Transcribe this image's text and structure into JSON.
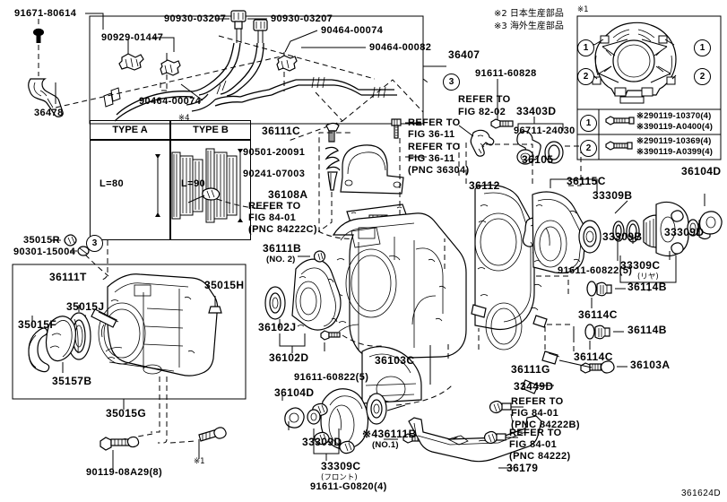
{
  "diagram": {
    "figure_code": "361624D",
    "notes": {
      "note1_marker": "※1",
      "note2": "※2 日本生産部品",
      "note3": "※3 海外生産部品",
      "note4_marker": "※4"
    },
    "type_table": {
      "header_a": "TYPE A",
      "header_b": "TYPE B",
      "value_a": "L=80",
      "value_b": "L=90"
    },
    "bolt_legend": {
      "rows": [
        {
          "marker": "1",
          "line1": "※290119-10370(4)",
          "line2": "※390119-A0400(4)"
        },
        {
          "marker": "2",
          "line1": "※290119-10369(4)",
          "line2": "※390119-A0399(4)"
        }
      ]
    },
    "callouts": [
      {
        "id": "c01",
        "text": "91671-80614"
      },
      {
        "id": "c02",
        "text": "36478"
      },
      {
        "id": "c03",
        "text": "90929-01447"
      },
      {
        "id": "c04",
        "text": "90930-03207"
      },
      {
        "id": "c05",
        "text": "90930-03207"
      },
      {
        "id": "c06",
        "text": "90464-00074"
      },
      {
        "id": "c07",
        "text": "90464-00074"
      },
      {
        "id": "c08",
        "text": "90464-00082"
      },
      {
        "id": "c09",
        "text": "36407"
      },
      {
        "id": "c10",
        "text": "91611-60828"
      },
      {
        "id": "c11",
        "text": "33403D"
      },
      {
        "id": "c12",
        "text": "96711-24030"
      },
      {
        "id": "c13",
        "text": "36105"
      },
      {
        "id": "c14",
        "text": "36115C"
      },
      {
        "id": "c15",
        "text": "36104D"
      },
      {
        "id": "c16",
        "text": "33309B"
      },
      {
        "id": "c17",
        "text": "33309B"
      },
      {
        "id": "c18",
        "text": "33309D"
      },
      {
        "id": "c19",
        "text": "33309C"
      },
      {
        "id": "c20",
        "text": "(リヤ)"
      },
      {
        "id": "c21",
        "text": "36112"
      },
      {
        "id": "c22",
        "text": "36111C"
      },
      {
        "id": "c23",
        "text": "90501-20091"
      },
      {
        "id": "c24",
        "text": "90241-07003"
      },
      {
        "id": "c25",
        "text": "36108A"
      },
      {
        "id": "c26",
        "text": "36111B"
      },
      {
        "id": "c27",
        "text": "(NO. 2)"
      },
      {
        "id": "c28",
        "text": "36102J"
      },
      {
        "id": "c29",
        "text": "36102D"
      },
      {
        "id": "c30",
        "text": "91611-60822(5)"
      },
      {
        "id": "c31",
        "text": "36103C"
      },
      {
        "id": "c32",
        "text": "36111G"
      },
      {
        "id": "c33",
        "text": "33449D"
      },
      {
        "id": "c34",
        "text": "36104D"
      },
      {
        "id": "c35",
        "text": "33309D"
      },
      {
        "id": "c36",
        "text": "33309C"
      },
      {
        "id": "c37",
        "text": "(フロント)"
      },
      {
        "id": "c38",
        "text": "91611-G0820(4)"
      },
      {
        "id": "c39",
        "text": "※436111B"
      },
      {
        "id": "c40",
        "text": "(NO.1)"
      },
      {
        "id": "c41",
        "text": "91611-60822(5)"
      },
      {
        "id": "c42",
        "text": "36114B"
      },
      {
        "id": "c43",
        "text": "36114C"
      },
      {
        "id": "c44",
        "text": "36114B"
      },
      {
        "id": "c45",
        "text": "36114C"
      },
      {
        "id": "c46",
        "text": "36103A"
      },
      {
        "id": "c47",
        "text": "36179"
      },
      {
        "id": "c48",
        "text": "35015R"
      },
      {
        "id": "c49",
        "text": "90301-15004"
      },
      {
        "id": "c50",
        "text": "36111T"
      },
      {
        "id": "c51",
        "text": "35015H"
      },
      {
        "id": "c52",
        "text": "35015J"
      },
      {
        "id": "c53",
        "text": "35015F"
      },
      {
        "id": "c54",
        "text": "35157B"
      },
      {
        "id": "c55",
        "text": "35015G"
      },
      {
        "id": "c56",
        "text": "90119-08A29(8)"
      },
      {
        "id": "c57",
        "text": "※1"
      },
      {
        "id": "c58",
        "text": "※1"
      },
      {
        "id": "c59",
        "text": "36104D"
      }
    ],
    "refer_blocks": [
      {
        "id": "r1",
        "l1": "REFER TO",
        "l2": "FIG 82-02",
        "l3": ""
      },
      {
        "id": "r2",
        "l1": "REFER TO",
        "l2": "FIG 36-11",
        "l3": ""
      },
      {
        "id": "r3",
        "l1": "REFER TO",
        "l2": "FIG 36-11",
        "l3": "(PNC 36304)"
      },
      {
        "id": "r4",
        "l1": "REFER TO",
        "l2": "FIG 84-01",
        "l3": "(PNC 84222C)"
      },
      {
        "id": "r5",
        "l1": "REFER TO",
        "l2": "FIG 84-01",
        "l3": "(PNC 84222B)"
      },
      {
        "id": "r6",
        "l1": "REFER TO",
        "l2": "FIG 84-01",
        "l3": "(PNC 84222)"
      }
    ],
    "markers": [
      {
        "id": "m1",
        "text": "3"
      },
      {
        "id": "m2",
        "text": "3"
      },
      {
        "id": "m3",
        "text": "1"
      },
      {
        "id": "m4",
        "text": "1"
      },
      {
        "id": "m5",
        "text": "2"
      },
      {
        "id": "m6",
        "text": "2"
      }
    ]
  }
}
